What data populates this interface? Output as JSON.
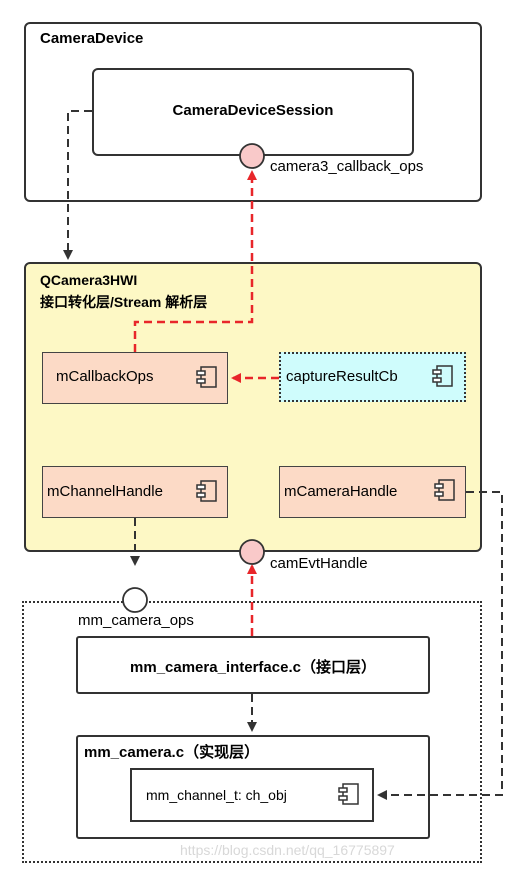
{
  "camera_device": {
    "title": "CameraDevice"
  },
  "session": {
    "title": "CameraDeviceSession"
  },
  "interfaces": {
    "callback_ops": "camera3_callback_ops",
    "cam_evt_handle": "camEvtHandle",
    "mm_camera_ops": "mm_camera_ops"
  },
  "qcamera": {
    "title": "QCamera3HWI",
    "subtitle": "接口转化层/Stream 解析层",
    "components": {
      "callback_ops": "mCallbackOps",
      "capture_result_cb": "captureResultCb",
      "channel_handle": "mChannelHandle",
      "camera_handle": "mCameraHandle"
    }
  },
  "mm": {
    "interface_label": "mm_camera_interface.c（接口层）",
    "impl_label": "mm_camera.c（实现层）",
    "channel_obj": "mm_channel_t: ch_obj"
  },
  "watermark": "https://blog.csdn.net/qq_16775897",
  "colors": {
    "qcamera_bg": "#fdf8c5",
    "component_bg": "#fcdac6",
    "callback_bg": "#cffcfc",
    "interface_circle": "#f9c9c9",
    "red_arrow": "#e8262a",
    "dark_arrow": "#333333"
  }
}
